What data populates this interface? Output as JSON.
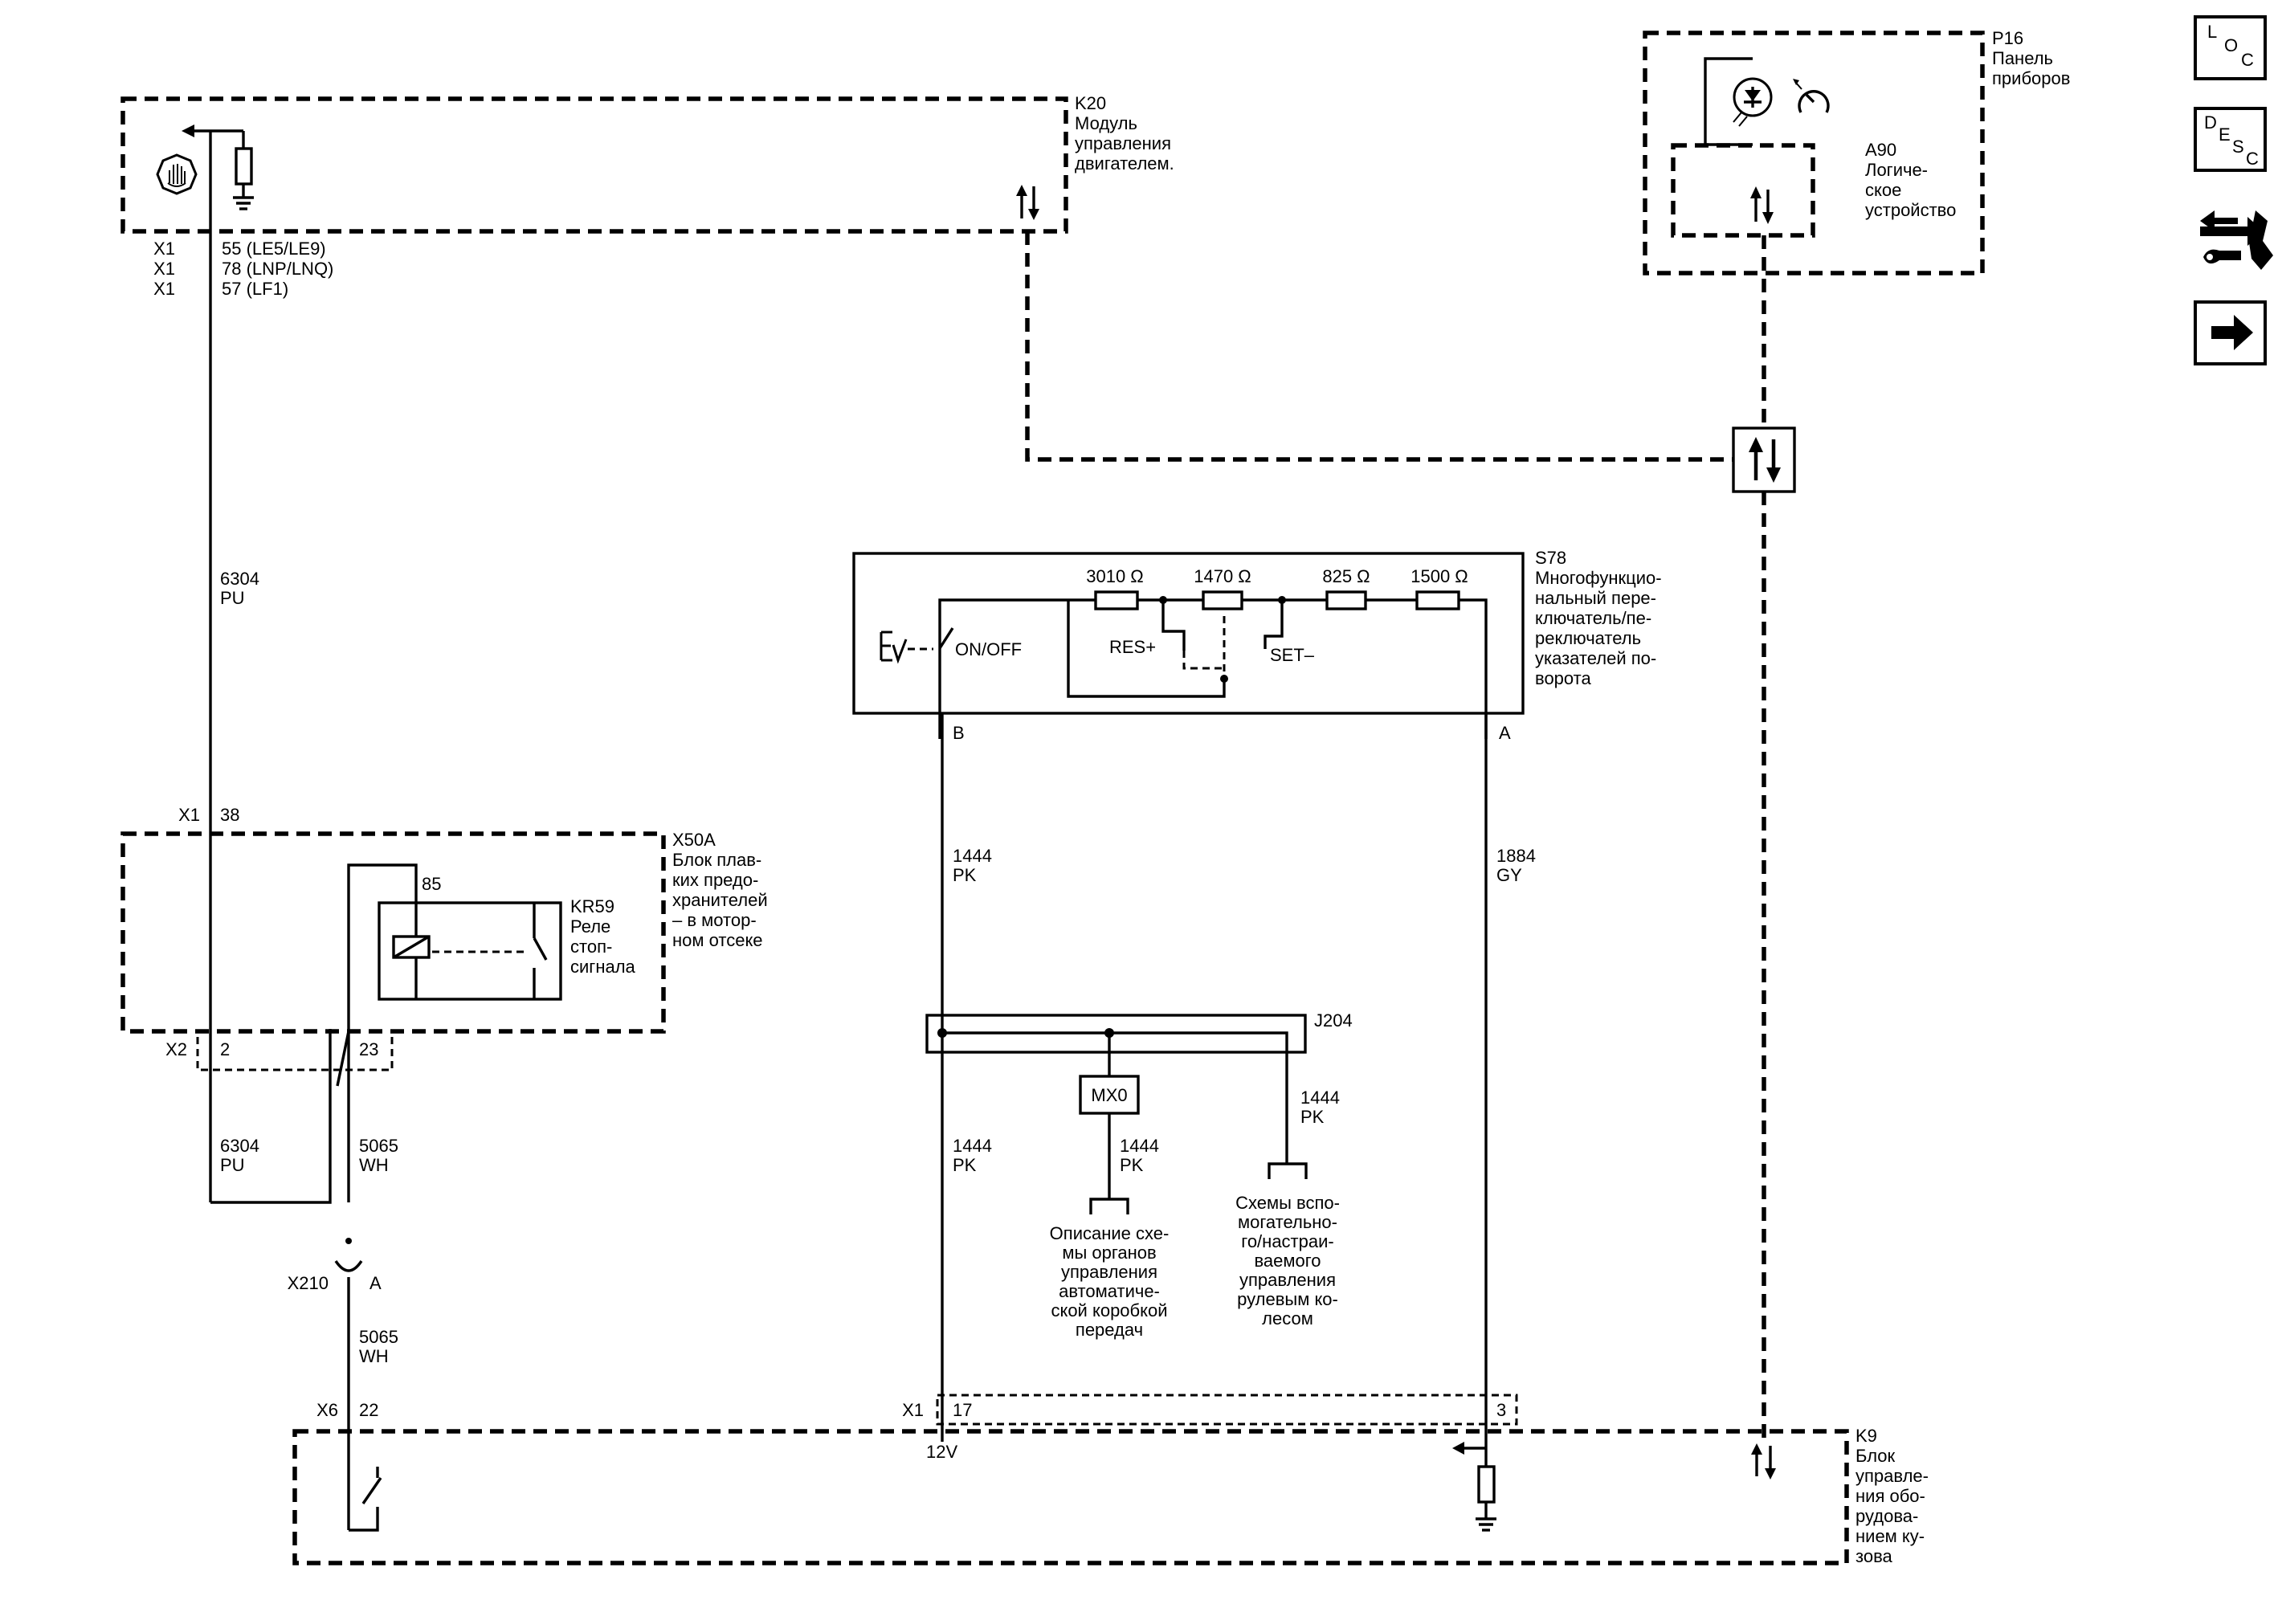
{
  "modules": {
    "k20": {
      "id": "K20",
      "lines": [
        "Модуль",
        "управления",
        "двигателем."
      ]
    },
    "p16": {
      "id": "P16",
      "lines": [
        "Панель",
        "приборов"
      ]
    },
    "a90": {
      "id": "A90",
      "lines": [
        "Логиче-",
        "ское",
        "устройство"
      ]
    },
    "s78": {
      "id": "S78",
      "lines": [
        "Многофункцио-",
        "нальный пере-",
        "ключатель/пе-",
        "реключатель",
        "указателей по-",
        "ворота"
      ]
    },
    "x50a": {
      "id": "X50A",
      "lines": [
        "Блок плав-",
        "ких предо-",
        "хранителей",
        "– в мотор-",
        "ном отсеке"
      ]
    },
    "kr59": {
      "id": "KR59",
      "lines": [
        "Реле",
        "стоп-",
        "сигнала"
      ]
    },
    "k9": {
      "id": "K9",
      "lines": [
        "Блок",
        "управле-",
        "ния обо-",
        "рудова-",
        "нием ку-",
        "зова"
      ]
    }
  },
  "k20_pins": [
    {
      "conn": "X1",
      "pin": "55 (LE5/LE9)"
    },
    {
      "conn": "X1",
      "pin": "78 (LNP/LNQ)"
    },
    {
      "conn": "X1",
      "pin": "57 (LF1)"
    }
  ],
  "resistors": [
    "3010 Ω",
    "1470 Ω",
    "825 Ω",
    "1500 Ω"
  ],
  "switch_labels": {
    "on_off": "ON/OFF",
    "res": "RES+",
    "set": "SET–",
    "term_b": "B",
    "term_a": "A"
  },
  "wires": {
    "w6304_top": {
      "num": "6304",
      "color": "PU"
    },
    "w6304_bot": {
      "num": "6304",
      "color": "PU"
    },
    "w5065_mid": {
      "num": "5065",
      "color": "WH"
    },
    "w5065_bot": {
      "num": "5065",
      "color": "WH"
    },
    "w1444_top": {
      "num": "1444",
      "color": "PK"
    },
    "w1444_bot": {
      "num": "1444",
      "color": "PK"
    },
    "w1444_mx0": {
      "num": "1444",
      "color": "PK"
    },
    "w1444_right": {
      "num": "1444",
      "color": "PK"
    },
    "w1884": {
      "num": "1884",
      "color": "GY"
    }
  },
  "connectors": {
    "x1_38": {
      "conn": "X1",
      "pin": "38"
    },
    "x2": {
      "conn": "X2",
      "pin_a": "2",
      "pin_b": "23"
    },
    "kr59_pin": "85",
    "x210": {
      "conn": "X210",
      "pin": "A"
    },
    "x6": {
      "conn": "X6",
      "pin": "22"
    },
    "x1_k9": {
      "conn": "X1",
      "pin_a": "17",
      "pin_b": "3"
    },
    "voltage": "12V",
    "splice": "J204",
    "mx0": "MX0"
  },
  "refs": {
    "trans": [
      "Описание схе-",
      "мы органов",
      "управления",
      "автоматиче-",
      "ской коробкой",
      "передач"
    ],
    "steering": [
      "Схемы вспо-",
      "могательно-",
      "го/настраи-",
      "ваемого",
      "управления",
      "рулевым ко-",
      "лесом"
    ]
  },
  "nav": {
    "loc": [
      "L",
      "O",
      "C"
    ],
    "desc": [
      "D",
      "E",
      "S",
      "C"
    ]
  },
  "icons": [
    "stop-hand-icon",
    "ground-icon",
    "bidirectional-arrows-icon",
    "lamp-icon",
    "gauge-icon",
    "switch-icon",
    "relay-coil-icon",
    "wrench-connector-icon",
    "right-arrow-icon"
  ]
}
